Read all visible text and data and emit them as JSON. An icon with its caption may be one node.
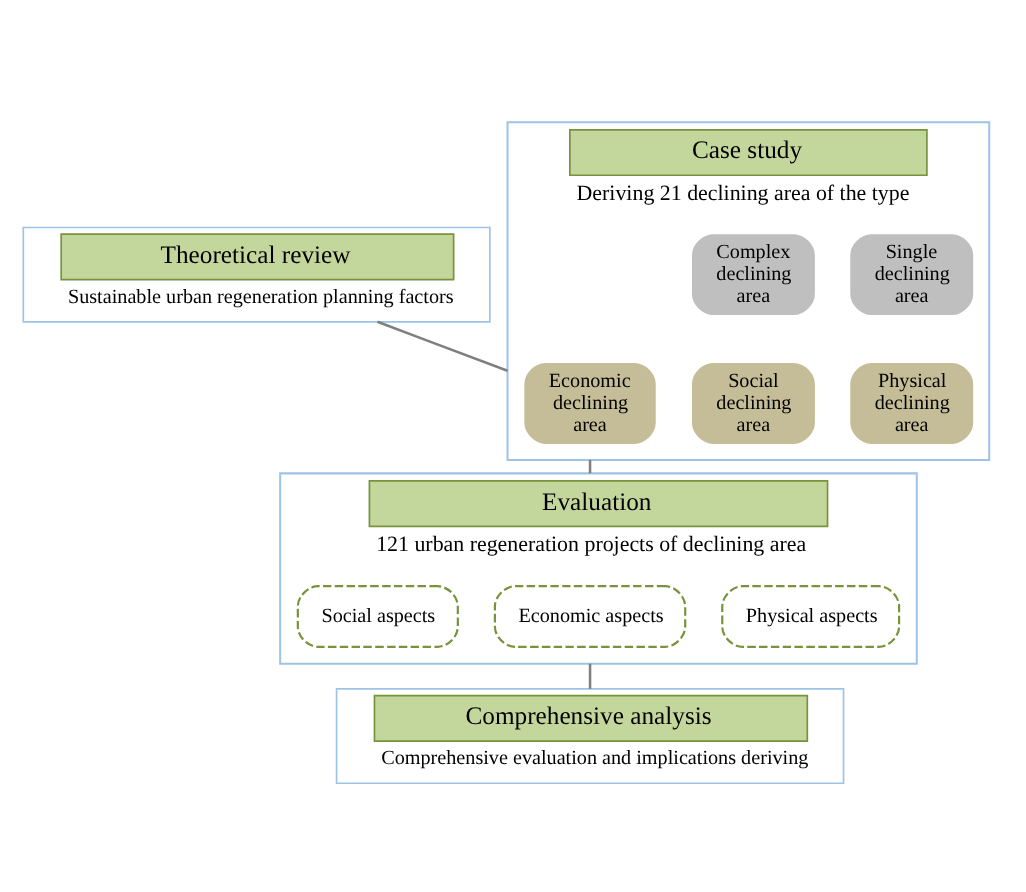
{
  "diagram": {
    "nodes": [
      {
        "text": [
          "Theoretical review",
          "Sustainable urban regeneration planning factors"
        ]
      },
      {
        "text": [
          "Case study",
          "Deriving 21 declining area of the type"
        ]
      },
      {
        "text": [
          "Single declining area"
        ],
        "in": 1
      },
      {
        "text": [
          "Complex declining area"
        ],
        "in": 1
      },
      {
        "text": [
          "Physical declining area"
        ],
        "in": 1
      },
      {
        "text": [
          "Economic declining area"
        ],
        "in": 1
      },
      {
        "text": [
          "Social declining area"
        ],
        "in": 1
      },
      {
        "text": [
          "Evaluation",
          "121 urban regeneration projects of declining area"
        ]
      },
      {
        "text": [
          "Physical aspects"
        ],
        "in": 7
      },
      {
        "text": [
          "Economic aspects"
        ],
        "in": 7
      },
      {
        "text": [
          "Social aspects"
        ],
        "in": 7
      },
      {
        "text": [
          "Comprehensive analysis",
          "Comprehensive evaluation and implications deriving"
        ]
      }
    ],
    "edges": [
      {
        "from": 0,
        "to": 1,
        "arrow": "none"
      },
      {
        "from": 1,
        "to": 7,
        "arrow": "none"
      },
      {
        "from": 7,
        "to": 11,
        "arrow": "none"
      }
    ]
  }
}
